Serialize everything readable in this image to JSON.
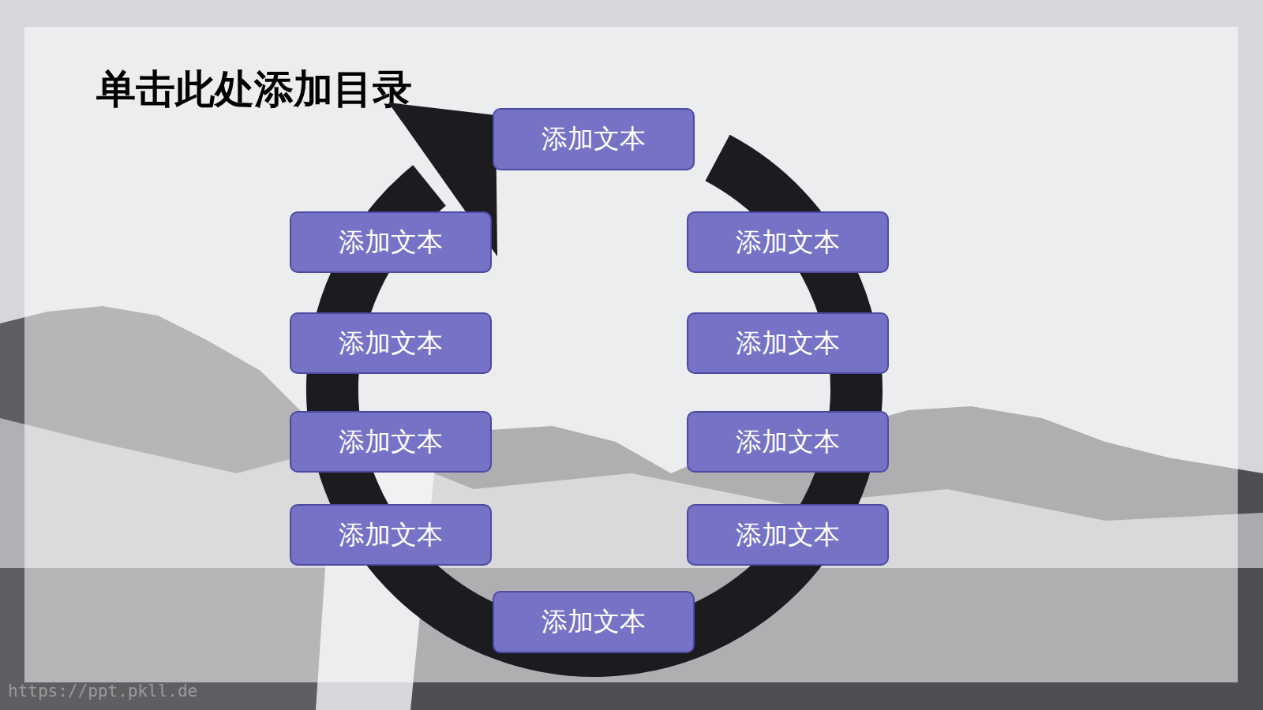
{
  "diagram": {
    "title": "单击此处添加目录",
    "nodes": [
      {
        "text": [
          "添加文本"
        ]
      },
      {
        "text": [
          "添加文本"
        ]
      },
      {
        "text": [
          "添加文本"
        ]
      },
      {
        "text": [
          "添加文本"
        ]
      },
      {
        "text": [
          "添加文本"
        ]
      },
      {
        "text": [
          "添加文本"
        ]
      },
      {
        "text": [
          "添加文本"
        ]
      },
      {
        "text": [
          "添加文本"
        ]
      },
      {
        "text": [
          "添加文本"
        ]
      },
      {
        "text": [
          "添加文本"
        ]
      }
    ],
    "labels": [
      "https://ppt.pkll.de"
    ]
  }
}
